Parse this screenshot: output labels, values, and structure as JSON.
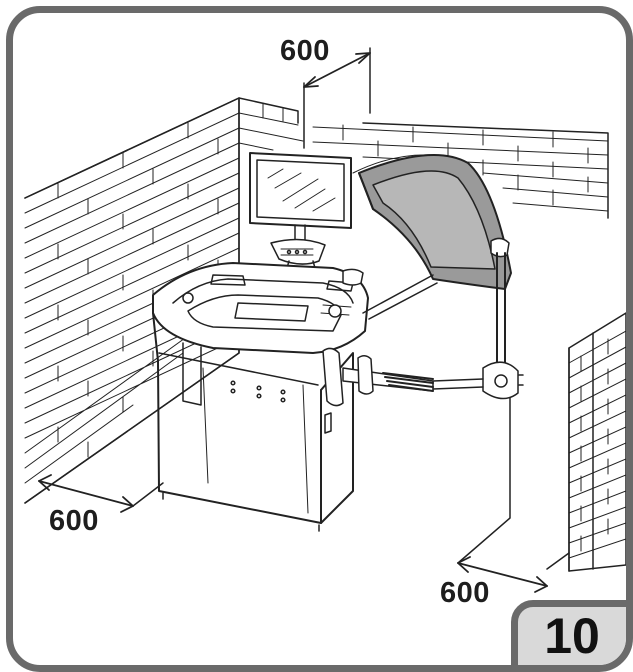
{
  "labels": {
    "clearance_top": "600",
    "clearance_left": "600",
    "clearance_right": "600"
  },
  "figure": {
    "number": "10"
  },
  "colors": {
    "frame": "#6a6a6a",
    "badge": "#d9d9d9",
    "guard_fill": "#9a9a9a",
    "line": "#222222"
  }
}
